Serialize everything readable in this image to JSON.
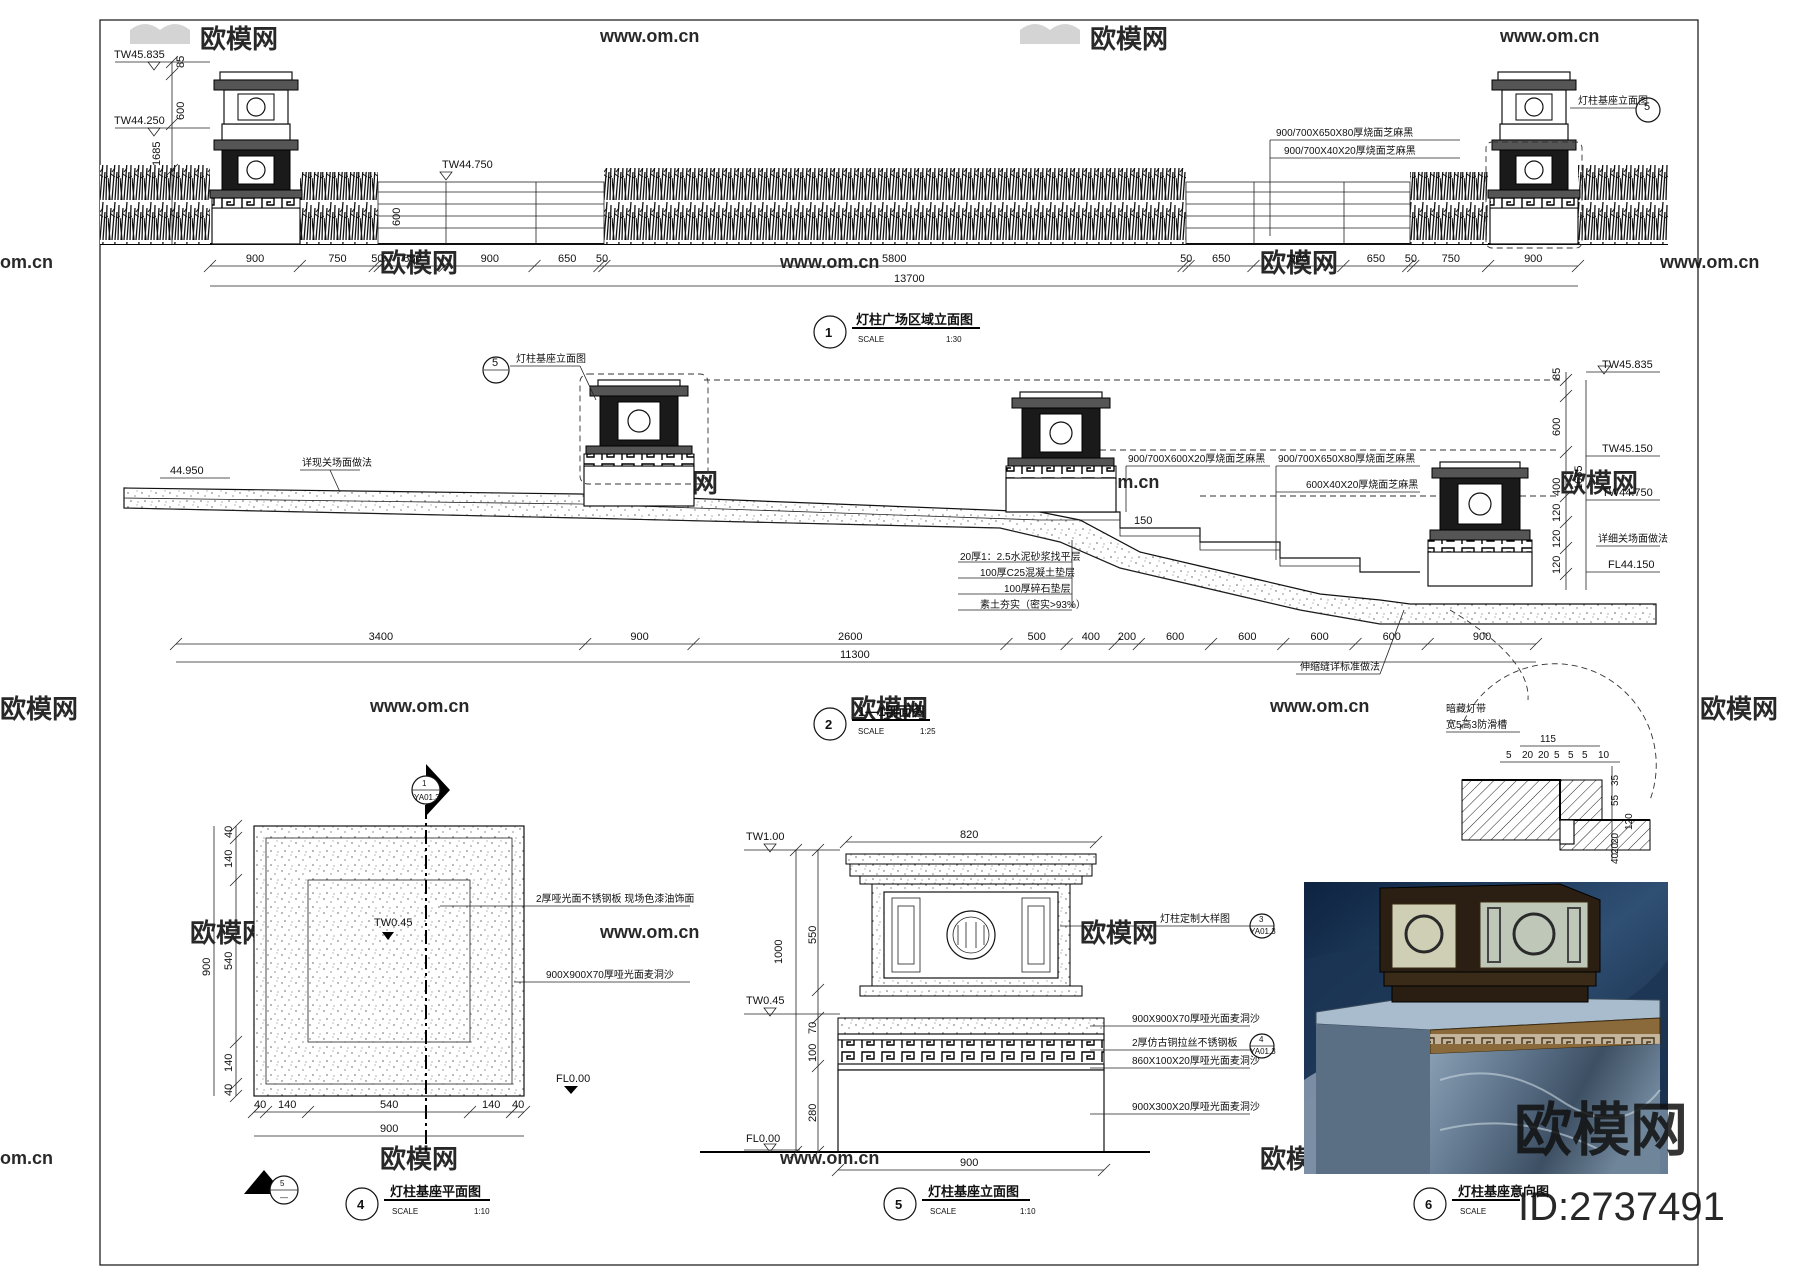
{
  "watermarks": {
    "logo_text": "欧模网",
    "url_text": "www.om.cn",
    "url_short": "om.cn",
    "corner_logo": "欧模网",
    "corner_id": "ID:2737491"
  },
  "view1": {
    "number": "1",
    "title": "灯柱广场区域立面图",
    "scale_label": "SCALE",
    "scale": "1:30",
    "elevations": {
      "top": "TW45.835",
      "mid": "TW44.250",
      "rail": "TW44.750"
    },
    "height_dims": {
      "cap": "85",
      "lantern": "600",
      "base": "1685",
      "rail": "600"
    },
    "dims_bottom": [
      "900",
      "750",
      "50",
      "650",
      "900",
      "650",
      "50",
      "5800",
      "50",
      "650",
      "900",
      "650",
      "50",
      "750",
      "900"
    ],
    "total": "13700",
    "notes": [
      "900/700X650X80厚烧面芝麻黑",
      "900/700X40X20厚烧面芝麻黑",
      "灯柱基座立面图"
    ],
    "callout": "5"
  },
  "view2": {
    "number": "2",
    "title": "1—1剖面图",
    "scale_label": "SCALE",
    "scale": "1:25",
    "left_level": "44.950",
    "elevations": {
      "top": "TW45.835",
      "e2": "TW45.150",
      "e3": "TW44.750",
      "floor": "FL44.150"
    },
    "right_dims": [
      "85",
      "600",
      "400",
      "1685",
      "120",
      "120",
      "120"
    ],
    "notes_top": [
      "灯柱基座立面图",
      "详现关场面做法",
      "900/700X600X20厚烧面芝麻黑",
      "900/700X650X80厚烧面芝麻黑",
      "600X40X20厚烧面芝麻黑",
      "详细关场面做法"
    ],
    "layers": [
      "20厚1：2.5水泥砂浆找平层",
      "100厚C25混凝土垫层",
      "100厚碎石垫层",
      "素土夯实（密实>93%）"
    ],
    "step_label": "150",
    "dims_bottom": [
      "3400",
      "900",
      "2600",
      "500",
      "400",
      "200",
      "600",
      "600",
      "600",
      "600",
      "900"
    ],
    "total": "11300",
    "bottom_note": "伸缩缝详标准做法",
    "callout": "5"
  },
  "detail": {
    "notes": [
      "暗藏灯带",
      "宽5高3防滑槽"
    ],
    "dims_top": [
      "115",
      "5",
      "20",
      "20",
      "5",
      "5",
      "5",
      "10"
    ],
    "dims_side": [
      "35",
      "55",
      "120",
      "20",
      "20",
      "40"
    ]
  },
  "view4": {
    "number": "4",
    "title": "灯柱基座平面图",
    "scale_label": "SCALE",
    "scale": "1:10",
    "section_mark": "1",
    "section_ref": "YA01.3",
    "level_center": "TW0.45",
    "level_floor": "FL0.00",
    "dims_left": [
      "40",
      "140",
      "540",
      "140",
      "40"
    ],
    "total_left": "900",
    "dims_bottom": [
      "40",
      "140",
      "540",
      "140",
      "40"
    ],
    "total_bottom": "900",
    "notes": [
      "2厚哑光面不锈钢板  现场色漆油饰面",
      "900X900X70厚哑光面麦洞沙"
    ],
    "callout_num": "5",
    "callout_ref": "—"
  },
  "view5": {
    "number": "5",
    "title": "灯柱基座立面图",
    "scale_label": "SCALE",
    "scale": "1:10",
    "levels": [
      "TW1.00",
      "TW0.45",
      "FL0.00"
    ],
    "dim_top": "820",
    "dims_left_inner": [
      "550",
      "70",
      "100",
      "280"
    ],
    "dim_left_total": "1000",
    "dim_bottom": "900",
    "notes": [
      "灯柱定制大样图",
      "900X900X70厚哑光面麦洞沙",
      "2厚仿古铜拉丝不锈钢板",
      "860X100X20厚哑光面麦洞沙",
      "900X300X20厚哑光面麦洞沙"
    ],
    "callout3": "3",
    "callout3_ref": "YA01.3",
    "callout4": "4",
    "callout4_ref": "YA01.3"
  },
  "view6": {
    "number": "6",
    "title": "灯柱基座意向图",
    "scale_label": "SCALE"
  }
}
